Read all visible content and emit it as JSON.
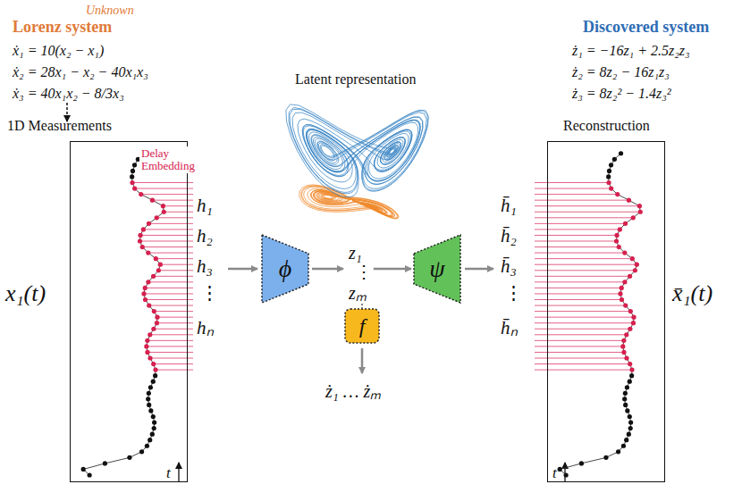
{
  "diagram": {
    "nodes": [
      {
        "text": [
          "1D Measurements",
          "Delay Embedding"
        ]
      },
      {
        "text": [
          "ϕ"
        ]
      },
      {
        "text": [
          "ψ"
        ]
      },
      {
        "text": [
          "f"
        ]
      },
      {
        "text": [
          "Reconstruction"
        ]
      }
    ],
    "edges": [
      {
        "from": 1,
        "to": 2,
        "arrow": "to"
      }
    ],
    "labels": [
      "Unknown",
      "Lorenz system",
      "ẋ₁ = 10(x₂ − x₁)",
      "ẋ₂ = 28x₁ − x₂ − 40x₁x₃",
      "ẋ₃ = 40x₁x₂ − 8/3x₃",
      "x₁(t)",
      "h₁",
      "h₂",
      "h₃",
      "⋮",
      "hₙ",
      "t",
      "Latent representation",
      "z₁",
      "⋮",
      "zₘ",
      "ż₁ … żₘ",
      "Discovered system",
      "ż₁ = −16z₁ + 2.5z₂z₃",
      "ż₂ = 8z₂ − 16z₁z₃",
      "ż₃ = 8z₂² − 1.4z₃²",
      "h̄₁",
      "h̄₂",
      "h̄₃",
      "⋮",
      "h̄ₙ",
      "x̄₁(t)",
      "t"
    ]
  }
}
